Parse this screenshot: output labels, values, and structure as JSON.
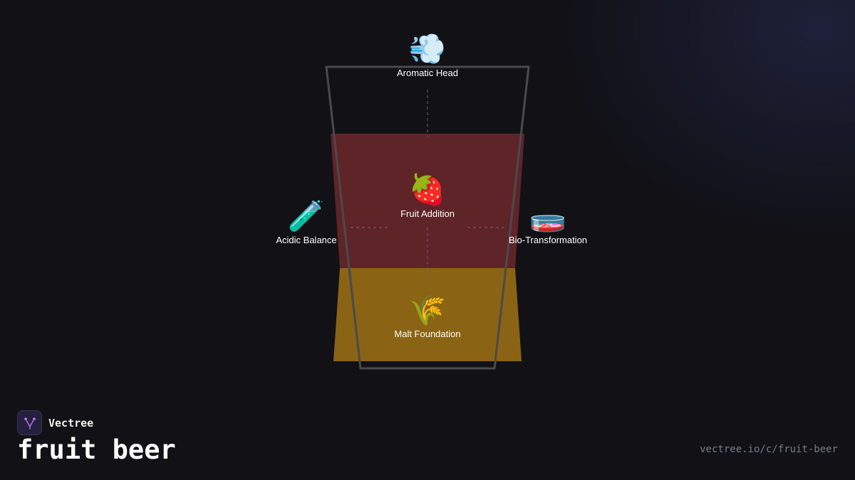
{
  "diagram": {
    "layers": [
      {
        "id": "aromatic-head",
        "label": "Aromatic Head",
        "icon": "dash-symbol",
        "emoji": "💨",
        "color": ""
      },
      {
        "id": "fruit-addition",
        "label": "Fruit Addition",
        "icon": "strawberry",
        "emoji": "🍓",
        "color": "#5e2428"
      },
      {
        "id": "malt-foundation",
        "label": "Malt Foundation",
        "icon": "sheaf-of-rice",
        "emoji": "🌾",
        "color": "#8a6414"
      }
    ],
    "side_nodes": {
      "left": {
        "label": "Acidic Balance",
        "icon": "test-tube",
        "emoji": "🧪"
      },
      "right": {
        "label": "Bio-Transformation",
        "icon": "petri-dish",
        "emoji": "🧫"
      }
    },
    "glass_outline_color": "#4a4a4e",
    "connector_color": "#666666"
  },
  "footer": {
    "brand_name": "Vectree",
    "logo_icon": "vectree-logo",
    "title": "fruit beer",
    "url": "vectree.io/c/fruit-beer"
  }
}
